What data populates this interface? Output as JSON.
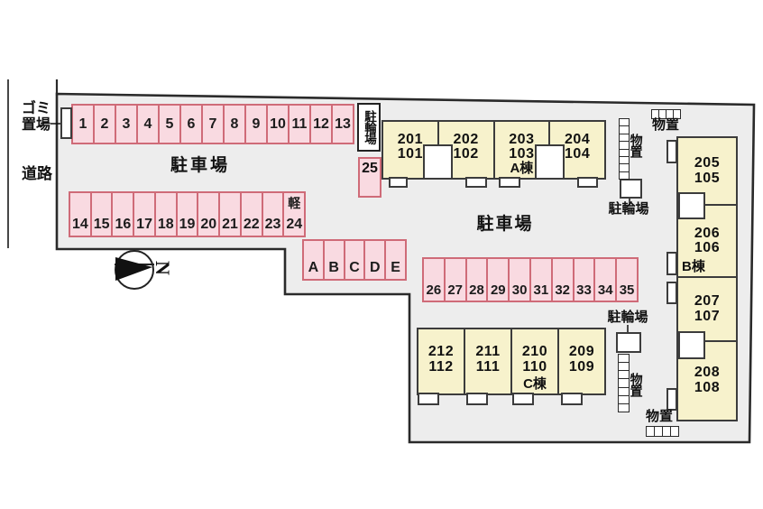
{
  "colors": {
    "site_fill": "#ededed",
    "site_border": "#2a2a2a",
    "parking_fill": "#f9dae1",
    "parking_border": "#cf6b78",
    "building_fill": "#f7f2cc",
    "building_border": "#3c3c3c"
  },
  "labels": {
    "garbage_line1": "ゴミ",
    "garbage_line2": "置場",
    "road": "道路",
    "parking_upper": "駐車場",
    "parking_center": "駐車場",
    "bicycle_top": "駐輪場",
    "bicycle_mid": "駐輪場",
    "bicycle_bottom": "駐輪場",
    "storage_top": "物置",
    "storage_mid_vertical": "物置",
    "storage_bottom_vertical": "物置",
    "storage_bottom": "物置",
    "kei": "軽",
    "compass_north": "N"
  },
  "parking": {
    "row1": [
      "1",
      "2",
      "3",
      "4",
      "5",
      "6",
      "7",
      "8",
      "9",
      "10",
      "11",
      "12",
      "13"
    ],
    "row2": [
      "14",
      "15",
      "16",
      "17",
      "18",
      "19",
      "20",
      "21",
      "22",
      "23"
    ],
    "kei_space": "24",
    "space_25": "25",
    "letter_row": [
      "A",
      "B",
      "C",
      "D",
      "E"
    ],
    "row3": [
      "26",
      "27",
      "28",
      "29",
      "30",
      "31",
      "32",
      "33",
      "34",
      "35"
    ]
  },
  "buildings": {
    "a_label": "A棟",
    "b_label": "B棟",
    "c_label": "C棟",
    "a_units": [
      [
        "201",
        "101"
      ],
      [
        "202",
        "102"
      ],
      [
        "203",
        "103"
      ],
      [
        "204",
        "104"
      ]
    ],
    "b_units": [
      [
        "205",
        "105"
      ],
      [
        "206",
        "106"
      ],
      [
        "207",
        "107"
      ],
      [
        "208",
        "108"
      ]
    ],
    "c_units": [
      [
        "212",
        "112"
      ],
      [
        "211",
        "111"
      ],
      [
        "210",
        "110"
      ],
      [
        "209",
        "109"
      ]
    ]
  }
}
